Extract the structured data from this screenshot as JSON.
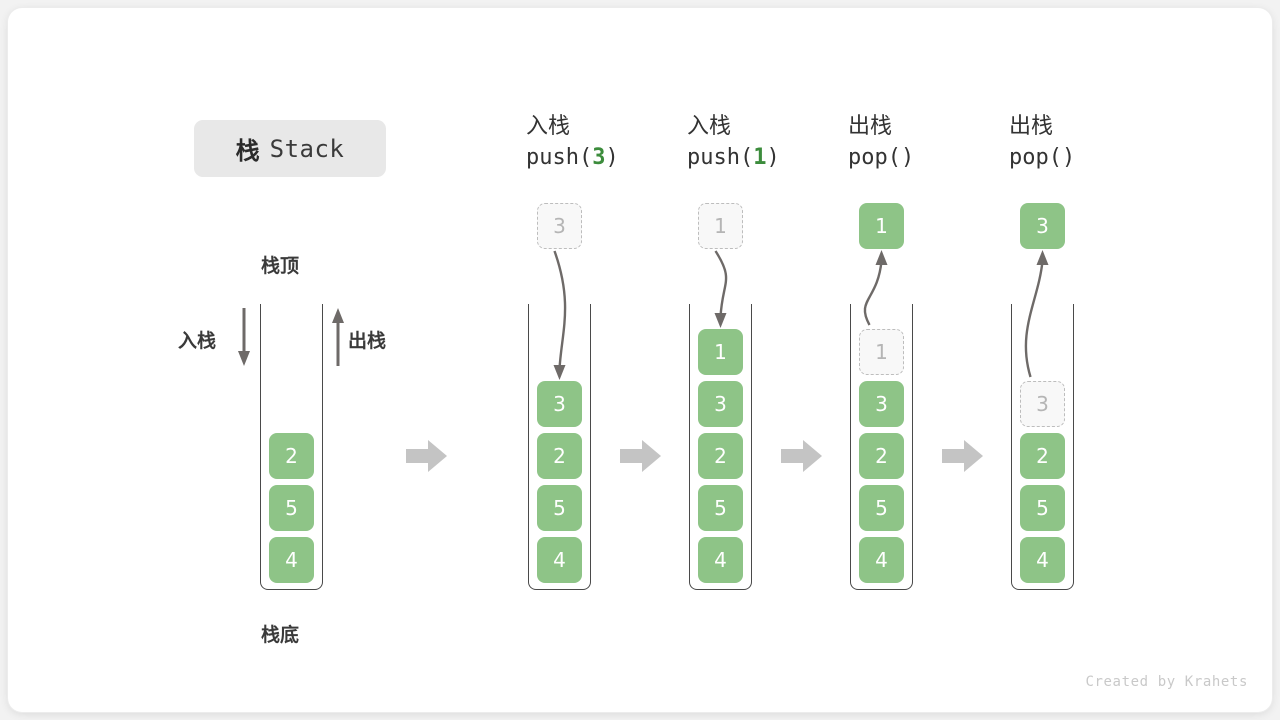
{
  "title": {
    "cjk": "栈",
    "latin": "Stack"
  },
  "labels": {
    "stack_top": "栈顶",
    "stack_bottom": "栈底",
    "push": "入栈",
    "pop": "出栈"
  },
  "accent_colors": {
    "box_green": "#8ec487",
    "arg_green": "#3c8c3c",
    "ghost_gray": "#b5b5b5",
    "flow_arrow_gray": "#c4c4c4",
    "container_stroke": "#4a4a4a"
  },
  "initial_stack": {
    "name": "initial",
    "values": [
      "2",
      "5",
      "4"
    ]
  },
  "steps": [
    {
      "id": "push-3",
      "op_label": "入栈",
      "op_call_prefix": "push(",
      "op_call_arg": "3",
      "op_call_suffix": ")",
      "op_type": "push",
      "floating": {
        "value": "3",
        "style": "ghost"
      },
      "stack": [
        {
          "value": "3",
          "style": "solid"
        },
        {
          "value": "2",
          "style": "solid"
        },
        {
          "value": "5",
          "style": "solid"
        },
        {
          "value": "4",
          "style": "solid"
        }
      ]
    },
    {
      "id": "push-1",
      "op_label": "入栈",
      "op_call_prefix": "push(",
      "op_call_arg": "1",
      "op_call_suffix": ")",
      "op_type": "push",
      "floating": {
        "value": "1",
        "style": "ghost"
      },
      "stack": [
        {
          "value": "1",
          "style": "solid"
        },
        {
          "value": "3",
          "style": "solid"
        },
        {
          "value": "2",
          "style": "solid"
        },
        {
          "value": "5",
          "style": "solid"
        },
        {
          "value": "4",
          "style": "solid"
        }
      ]
    },
    {
      "id": "pop-1",
      "op_label": "出栈",
      "op_call_prefix": "pop(",
      "op_call_arg": "",
      "op_call_suffix": ")",
      "op_type": "pop",
      "floating": {
        "value": "1",
        "style": "solid"
      },
      "stack": [
        {
          "value": "1",
          "style": "ghost"
        },
        {
          "value": "3",
          "style": "solid"
        },
        {
          "value": "2",
          "style": "solid"
        },
        {
          "value": "5",
          "style": "solid"
        },
        {
          "value": "4",
          "style": "solid"
        }
      ]
    },
    {
      "id": "pop-3",
      "op_label": "出栈",
      "op_call_prefix": "pop(",
      "op_call_arg": "",
      "op_call_suffix": ")",
      "op_type": "pop",
      "floating": {
        "value": "3",
        "style": "solid"
      },
      "stack": [
        {
          "value": "3",
          "style": "ghost"
        },
        {
          "value": "2",
          "style": "solid"
        },
        {
          "value": "5",
          "style": "solid"
        },
        {
          "value": "4",
          "style": "solid"
        }
      ]
    }
  ],
  "footer": "Created by Krahets"
}
